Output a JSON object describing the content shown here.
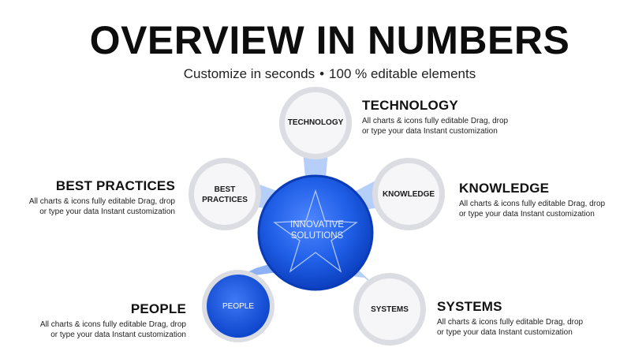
{
  "header": {
    "title": "OVERVIEW IN NUMBERS",
    "subtitle_part1": "Customize in seconds",
    "separator": "•",
    "subtitle_part2": "100 % editable elements"
  },
  "center": {
    "line1": "INNOVATIVE",
    "line2": "SOLUTIONS"
  },
  "nodes": {
    "technology": {
      "label": "TECHNOLOGY"
    },
    "knowledge": {
      "label": "KNOWLEDGE"
    },
    "systems": {
      "label": "SYSTEMS"
    },
    "people": {
      "label": "PEOPLE"
    },
    "best_practices": {
      "label_line1": "BEST",
      "label_line2": "PRACTICES"
    }
  },
  "blocks": {
    "technology": {
      "heading": "TECHNOLOGY",
      "line1": "All charts & icons fully editable Drag, drop",
      "line2": "or type your data Instant customization"
    },
    "knowledge": {
      "heading": "KNOWLEDGE",
      "line1": "All charts & icons fully editable Drag, drop",
      "line2": "or type your data Instant customization"
    },
    "best_practices": {
      "heading": "BEST PRACTICES",
      "line1": "All charts & icons fully editable Drag, drop",
      "line2": "or type your data Instant customization"
    },
    "systems": {
      "heading": "SYSTEMS",
      "line1": "All charts & icons fully editable Drag, drop",
      "line2": "or type your data Instant customization"
    },
    "people": {
      "heading": "PEOPLE",
      "line1": "All charts & icons fully editable Drag, drop",
      "line2": "or type your data Instant customization"
    }
  },
  "colors": {
    "accent": "#1f5fe6",
    "accent_dark": "#0c3fbf",
    "connector": "#9fc0f7",
    "ring": "#dcdde2",
    "node_fill": "#f6f6f8"
  }
}
